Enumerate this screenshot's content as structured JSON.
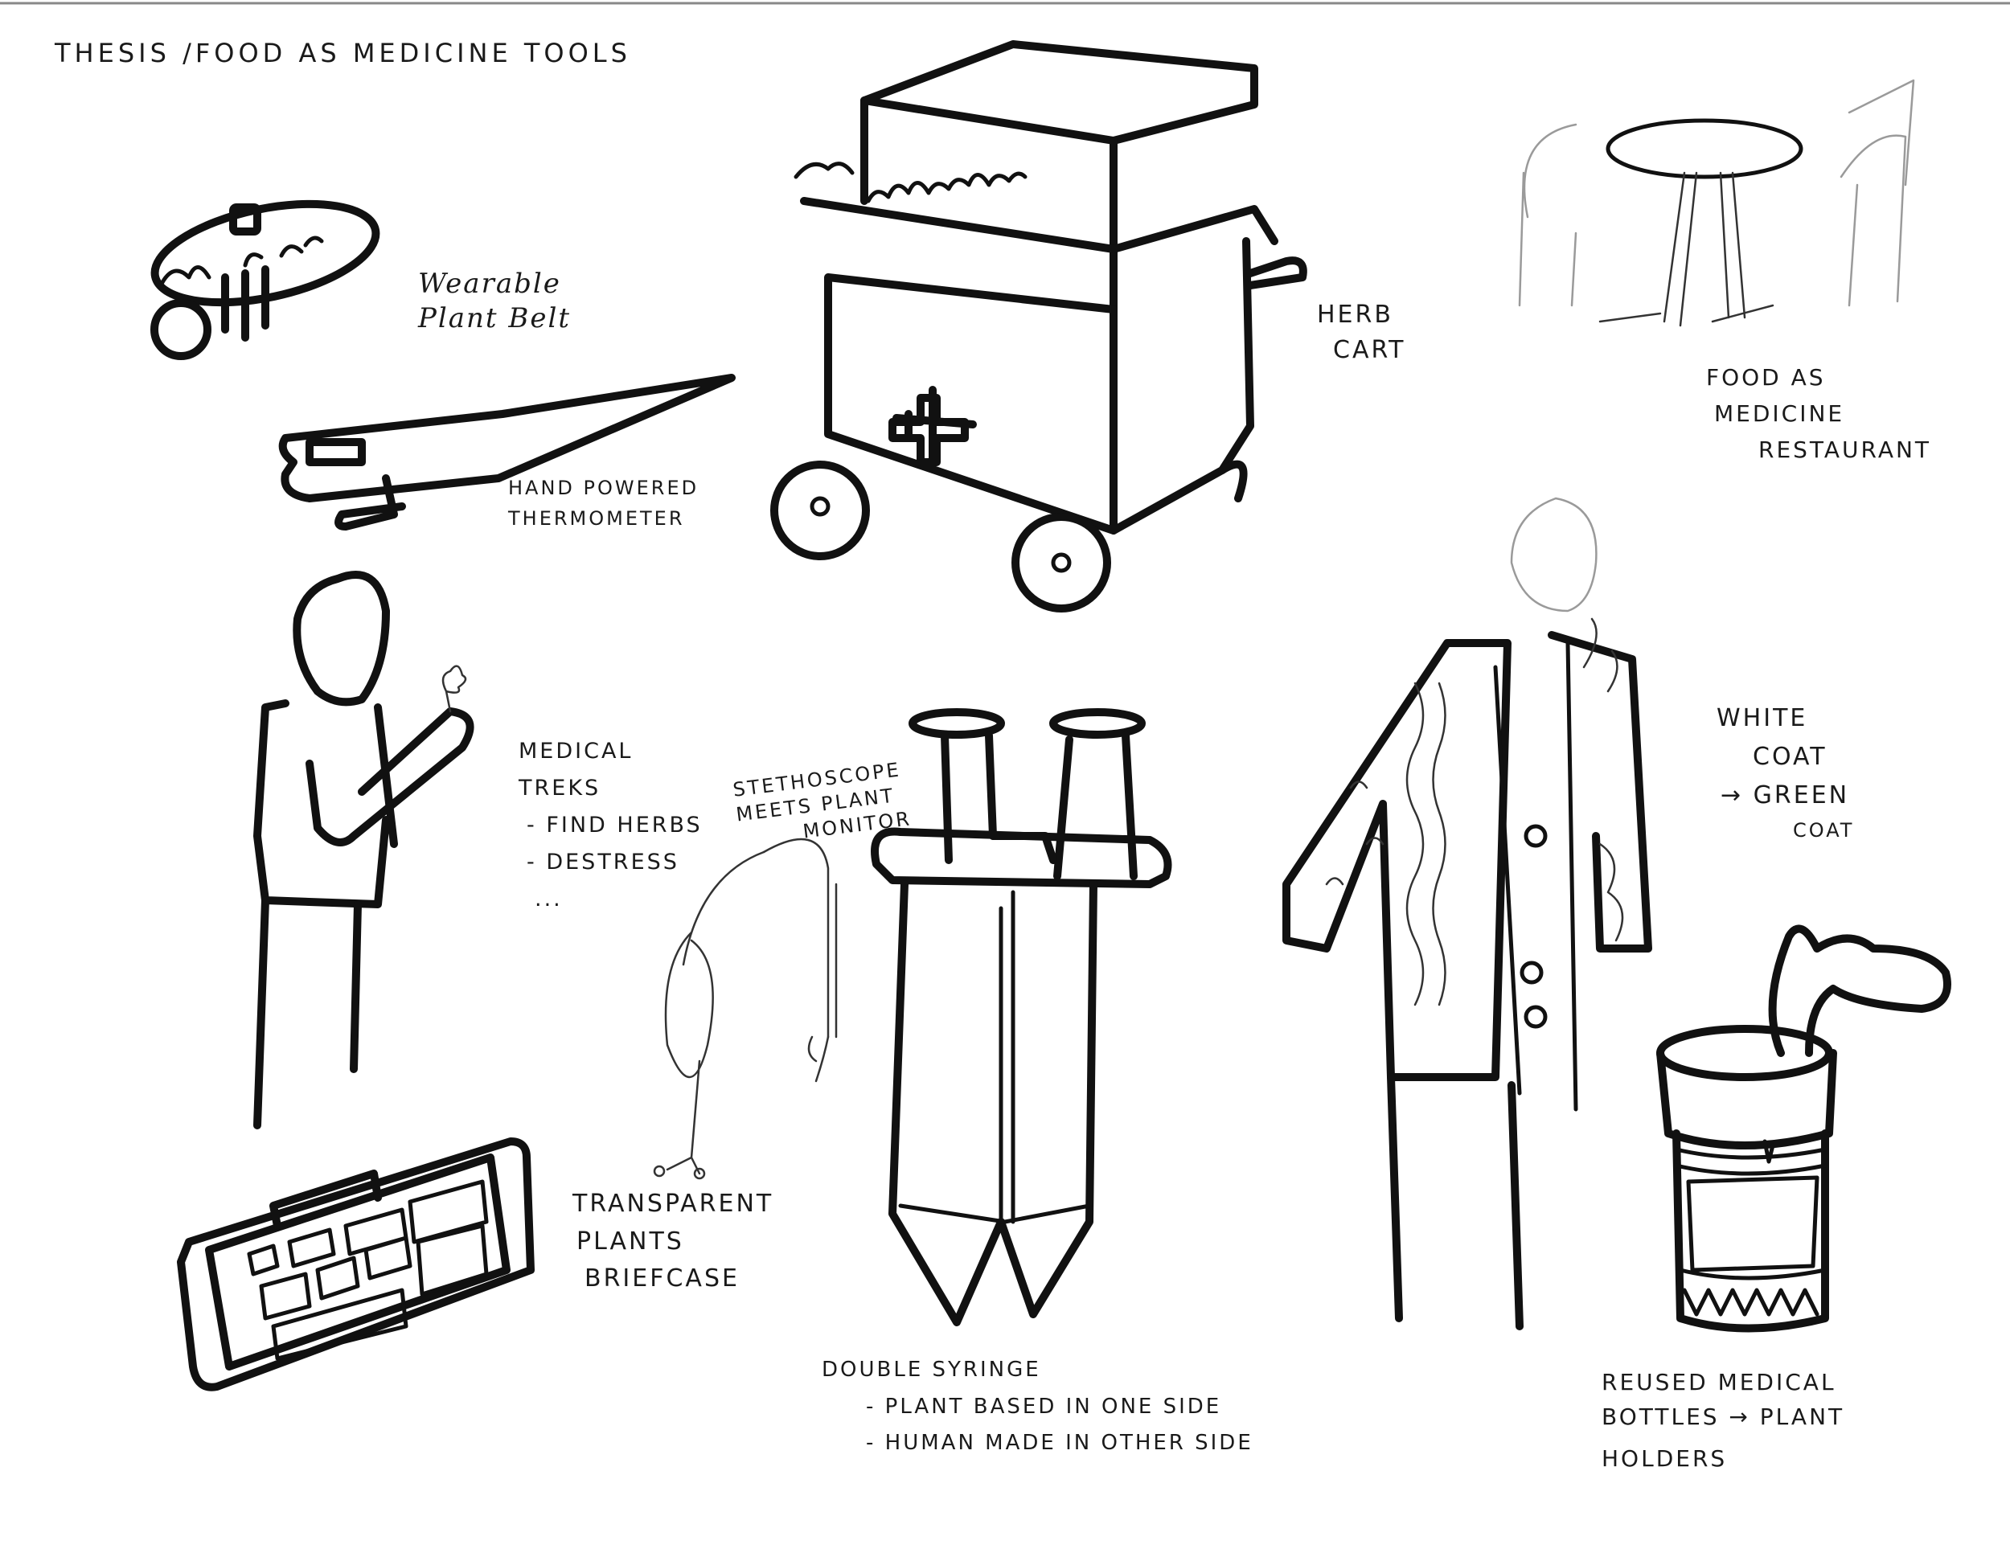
{
  "page": {
    "title": "THESIS /FOOD AS MEDICINE TOOLS"
  },
  "labels": {
    "plant_belt": [
      "Wearable",
      "Plant Belt"
    ],
    "thermometer": [
      "HAND POWERED",
      "THERMOMETER"
    ],
    "herb_cart": [
      "HERB",
      "CART"
    ],
    "restaurant": [
      "FOOD AS",
      "MEDICINE",
      "RESTAURANT"
    ],
    "medical_treks": [
      "MEDICAL",
      "TREKS",
      "- FIND HERBS",
      "- DESTRESS",
      "..."
    ],
    "stethoscope": [
      "STETHOSCOPE",
      "MEETS PLANT",
      "MONITOR"
    ],
    "white_coat": [
      "WHITE",
      "COAT",
      "→ GREEN",
      "COAT"
    ],
    "briefcase": [
      "TRANSPARENT",
      "PLANTS",
      "BRIEFCASE"
    ],
    "double_syringe": [
      "DOUBLE SYRINGE",
      "- PLANT BASED IN ONE SIDE",
      "- HUMAN MADE IN OTHER SIDE"
    ],
    "bottles": [
      "REUSED MEDICAL",
      "BOTTLES → PLANT",
      "HOLDERS"
    ]
  }
}
